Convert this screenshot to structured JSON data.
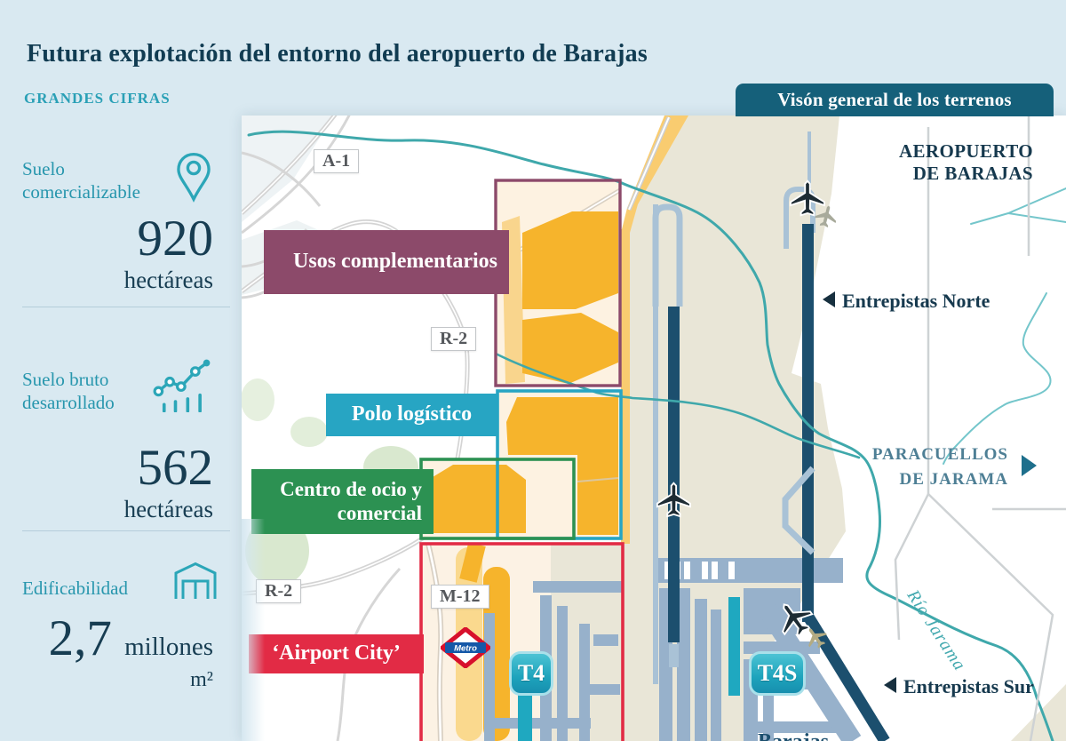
{
  "header": {
    "title": "Futura explotación del entorno del aeropuerto de Barajas",
    "kicker": "GRANDES CIFRAS"
  },
  "stats": [
    {
      "icon": "location-pin",
      "label": "Suelo comercializable",
      "value": "920",
      "unit": "hectáreas"
    },
    {
      "icon": "growth-chart",
      "label": "Suelo bruto desarrollado",
      "value": "562",
      "unit": "hectáreas"
    },
    {
      "icon": "warehouse",
      "label": "Edificabilidad",
      "value": "2,7",
      "value_word": "millones",
      "unit": "m²"
    }
  ],
  "map": {
    "view_tab": "Visón general de los terrenos",
    "zones": [
      {
        "label": "Usos complementarios",
        "color": "#8c4a6a"
      },
      {
        "label": "Polo logístico",
        "color": "#27a5c3"
      },
      {
        "label": "Centro de ocio y comercial",
        "color": "#2c9152"
      },
      {
        "label": "‘Airport City’",
        "color": "#e22b45"
      }
    ],
    "road_labels": [
      {
        "label": "A-1"
      },
      {
        "label": "R-2"
      },
      {
        "label": "R-2"
      },
      {
        "label": "M-12"
      }
    ],
    "terminals": [
      {
        "label": "T4"
      },
      {
        "label": "T4S"
      }
    ],
    "metro_label": "Metro",
    "labels": {
      "airport": "AEROPUERTO DE BARAJAS",
      "entrepistas_norte": "Entrepistas Norte",
      "entrepistas_sur": "Entrepistas Sur",
      "paracuellos": "PARACUELLOS DE JARAMA",
      "rio": "Río Jarama",
      "town_partial": "Barajas"
    },
    "colors": {
      "tab_bg": "#15607a",
      "orange_parcel": "#f6b42c",
      "runway_navy": "#1c4f6e",
      "apron_blue": "#97b1cb",
      "river_teal": "#3fa8ab",
      "land_beige": "#e9e6d7",
      "terminal_teal": "#1fa8c0"
    }
  }
}
